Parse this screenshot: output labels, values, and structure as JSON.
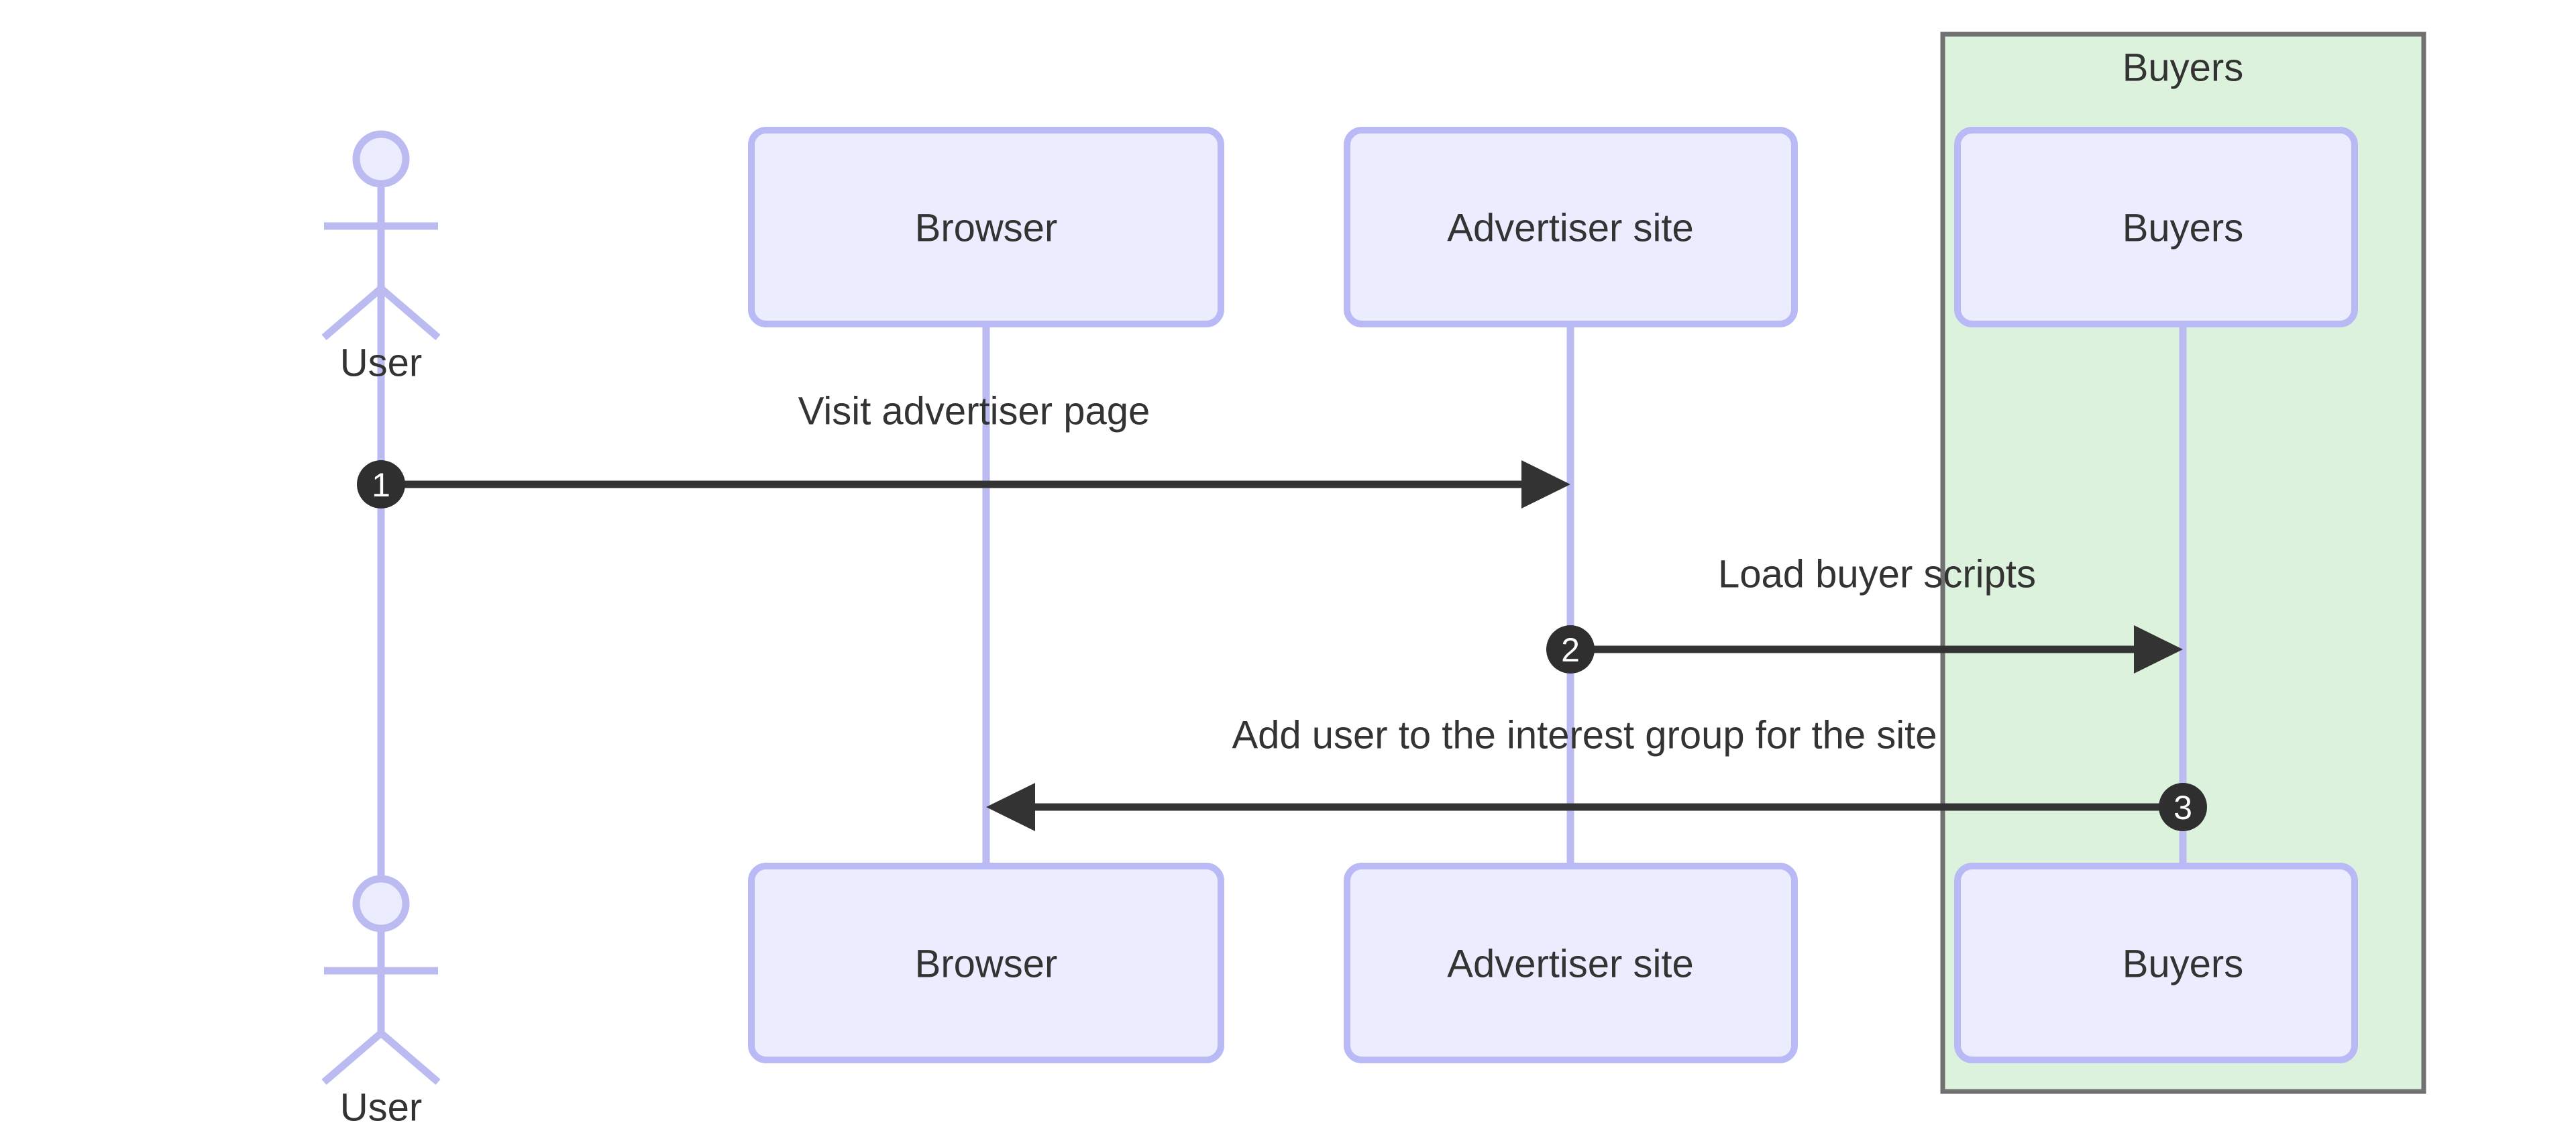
{
  "diagram": {
    "type": "sequence-diagram",
    "title": "",
    "background_color": "#ffffff",
    "colors": {
      "participant_fill": "#ECECFF",
      "participant_stroke": "#B9B9F5",
      "lifeline_color": "#BBBBF2",
      "group_fill": "#DDF2DD",
      "group_stroke": "#707070",
      "message_line": "#333333",
      "sequence_marker_fill": "#2F2F2F",
      "sequence_marker_text": "#ffffff",
      "text_color": "#333333"
    }
  },
  "actors": [
    {
      "id": "user",
      "kind": "actor",
      "label": "User",
      "top_label": "User",
      "bottom_label": "User"
    },
    {
      "id": "browser",
      "kind": "participant",
      "label": "Browser",
      "top_label": "Browser",
      "bottom_label": "Browser"
    },
    {
      "id": "advertiser",
      "kind": "participant",
      "label": "Advertiser site",
      "top_label": "Advertiser site",
      "bottom_label": "Advertiser site"
    },
    {
      "id": "buyers",
      "kind": "participant",
      "label": "Buyers",
      "top_label": "Buyers",
      "bottom_label": "Buyers"
    }
  ],
  "groups": [
    {
      "id": "buyers-group",
      "label": "Buyers",
      "members": [
        "buyers"
      ]
    }
  ],
  "messages": [
    {
      "number": "1",
      "label": "Visit advertiser page",
      "from": "user",
      "to": "advertiser",
      "direction": "right",
      "arrow": "solid"
    },
    {
      "number": "2",
      "label": "Load buyer scripts",
      "from": "advertiser",
      "to": "buyers",
      "direction": "right",
      "arrow": "solid"
    },
    {
      "number": "3",
      "label": "Add user to the interest group for the site",
      "from": "buyers",
      "to": "browser",
      "direction": "left",
      "arrow": "solid"
    }
  ]
}
